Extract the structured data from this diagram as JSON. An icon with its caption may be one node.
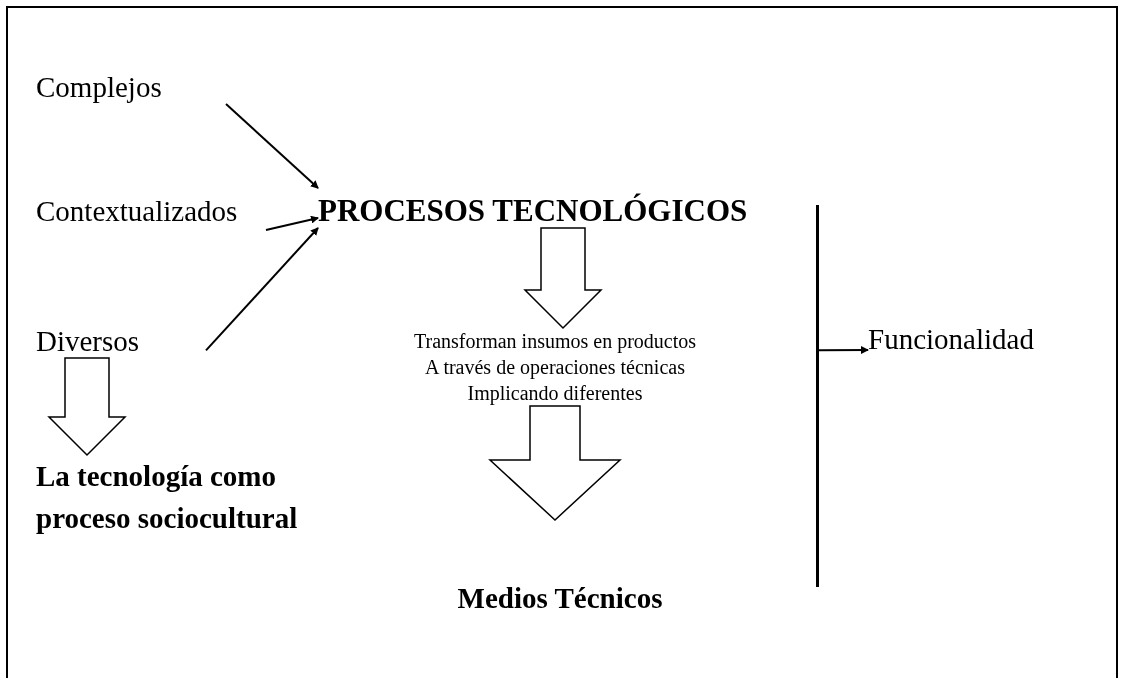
{
  "diagram": {
    "nodes": [
      {
        "text": [
          "Complejos"
        ]
      },
      {
        "text": [
          "Contextualizados"
        ]
      },
      {
        "text": [
          "Diversos"
        ]
      },
      {
        "text": [
          "PROCESOS TECNOLÓGICOS"
        ]
      },
      {
        "text": [
          "Transforman insumos en productos",
          "A través de operaciones técnicas",
          "Implicando diferentes"
        ]
      },
      {
        "text": [
          "La tecnología como proceso sociocultural"
        ]
      },
      {
        "text": [
          "Medios Técnicos"
        ]
      },
      {
        "text": [
          "Funcionalidad"
        ]
      },
      {
        "text": [],
        "shape": "bar"
      }
    ],
    "edges": [
      {
        "from": 0,
        "to": 3,
        "arrow": "to"
      },
      {
        "from": 1,
        "to": 3,
        "arrow": "to"
      },
      {
        "from": 2,
        "to": 3,
        "arrow": "to"
      },
      {
        "from": 3,
        "to": 4,
        "arrow": "to",
        "style": "thick"
      },
      {
        "from": 4,
        "to": 6,
        "arrow": "to",
        "style": "thick"
      },
      {
        "from": 2,
        "to": 5,
        "arrow": "to",
        "style": "thick"
      },
      {
        "from": 8,
        "to": 7,
        "arrow": "to"
      }
    ]
  }
}
